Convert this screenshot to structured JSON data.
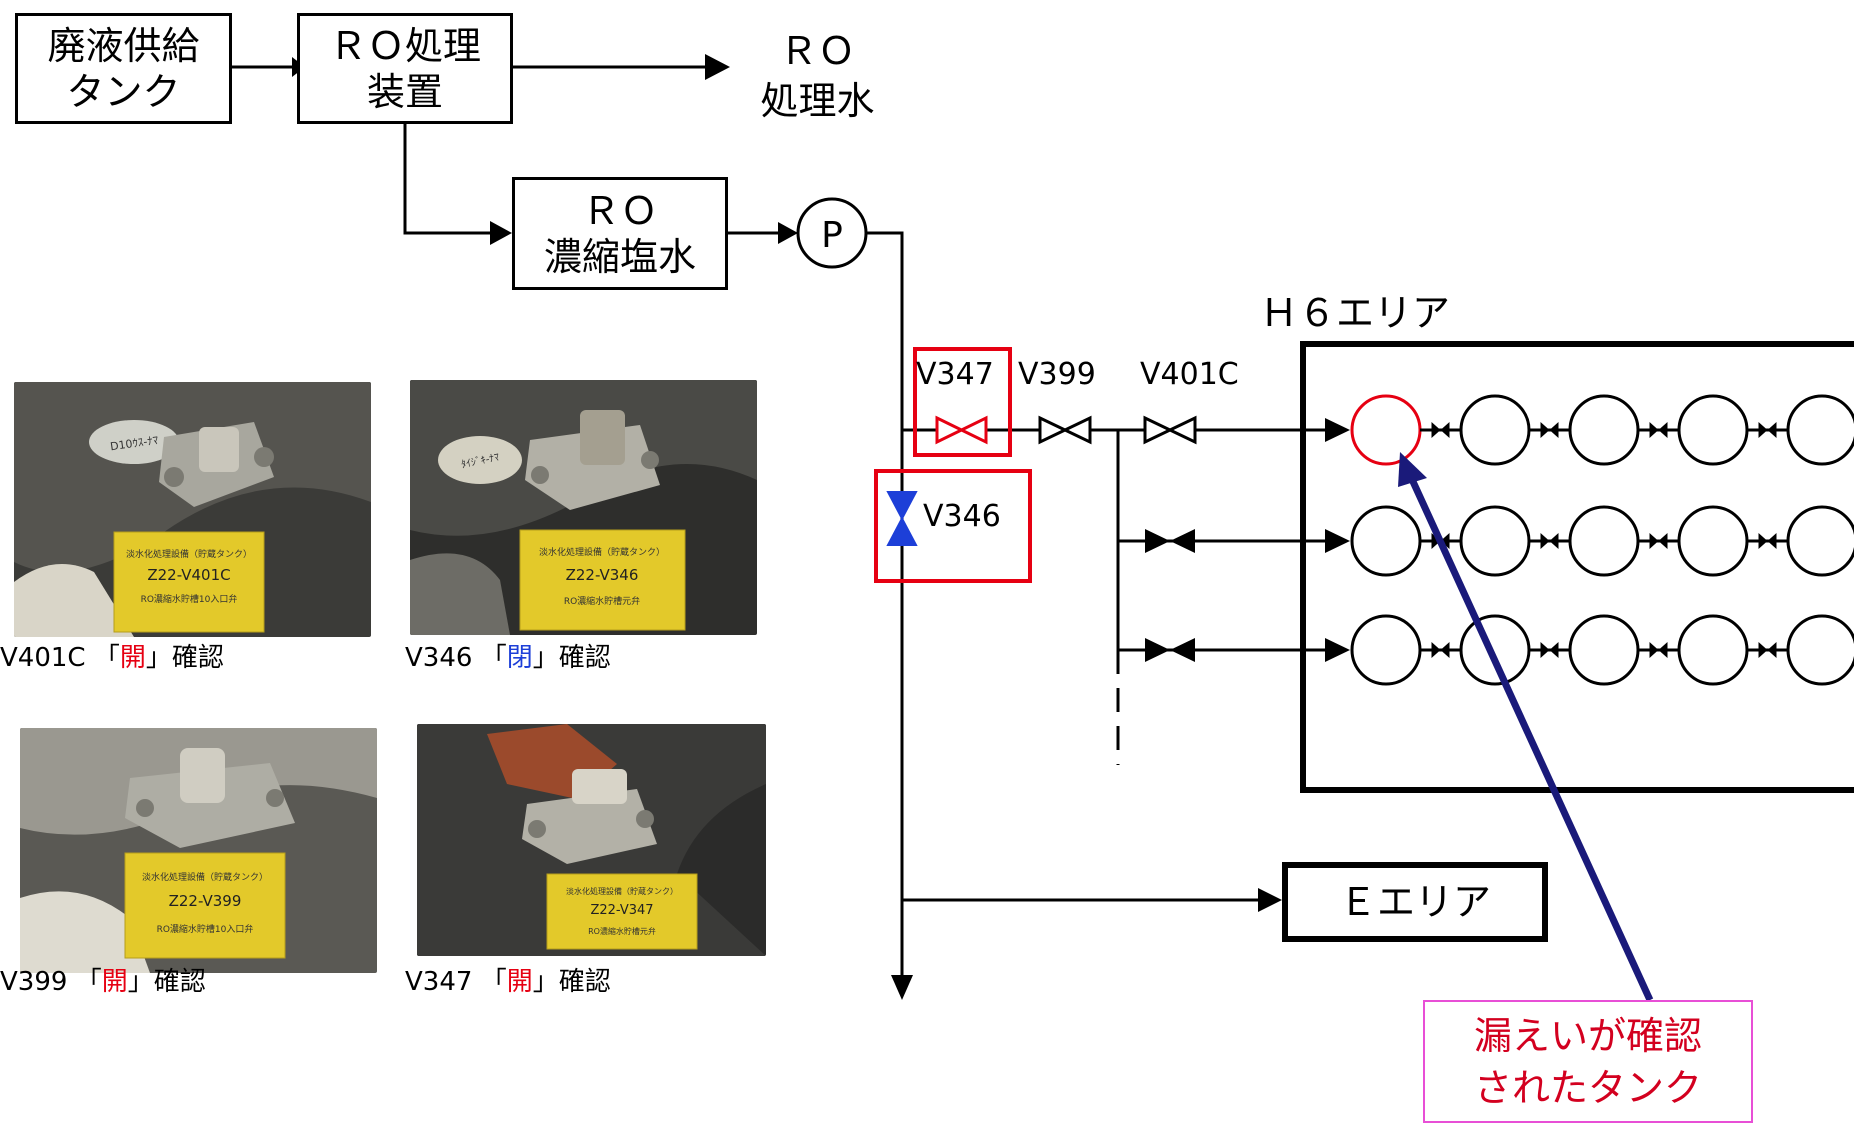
{
  "flow": {
    "waste_tank": [
      "廃液供給",
      "タンク"
    ],
    "ro_unit": [
      "ＲＯ処理",
      "装置"
    ],
    "ro_treated": [
      "ＲＯ",
      "処理水"
    ],
    "ro_brine": [
      "ＲＯ",
      "濃縮塩水"
    ],
    "pump": "P"
  },
  "valves": {
    "v347": "V347",
    "v399": "V399",
    "v401c": "V401C",
    "v346": "V346"
  },
  "areas": {
    "h6": "Ｈ６エリア",
    "e": "Ｅエリア"
  },
  "callout": [
    "漏えいが確認",
    "されたタンク"
  ],
  "photos": [
    {
      "tag_line1": "淡水化処理設備（貯蔵タンク）",
      "tag_code": "Z22-V401C",
      "tag_line3": "RO濃縮水貯槽10入口弁",
      "caption_valve": "V401C",
      "caption_open": "「",
      "caption_state": "開",
      "caption_close": "」",
      "caption_tail": "確認",
      "paper_tag": "D10ｳｽ-ﾅﾏ"
    },
    {
      "tag_line1": "淡水化処理設備（貯蔵タンク）",
      "tag_code": "Z22-V346",
      "tag_line3": "RO濃縮水貯槽元弁",
      "caption_valve": "V346",
      "caption_open": "「",
      "caption_state": "閉",
      "caption_close": "」",
      "caption_tail": "確認",
      "paper_tag": "ﾀｲｼﾞｷ-ﾅﾏ"
    },
    {
      "tag_line1": "淡水化処理設備（貯蔵タンク）",
      "tag_code": "Z22-V399",
      "tag_line3": "RO濃縮水貯槽10入口弁",
      "caption_valve": "V399",
      "caption_open": "「",
      "caption_state": "開",
      "caption_close": "」",
      "caption_tail": "確認"
    },
    {
      "tag_line1": "淡水化処理設備（貯蔵タンク）",
      "tag_code": "Z22-V347",
      "tag_line3": "RO濃縮水貯槽元弁",
      "caption_valve": "V347",
      "caption_open": "「",
      "caption_state": "開",
      "caption_close": "」",
      "caption_tail": "確認"
    }
  ],
  "colors": {
    "highlight_red": "#e60012",
    "valve_blue": "#1d3fd8",
    "callout_arrow": "#1a1a7a",
    "callout_border": "#e84fd6",
    "tag_yellow": "#e3c92a"
  }
}
